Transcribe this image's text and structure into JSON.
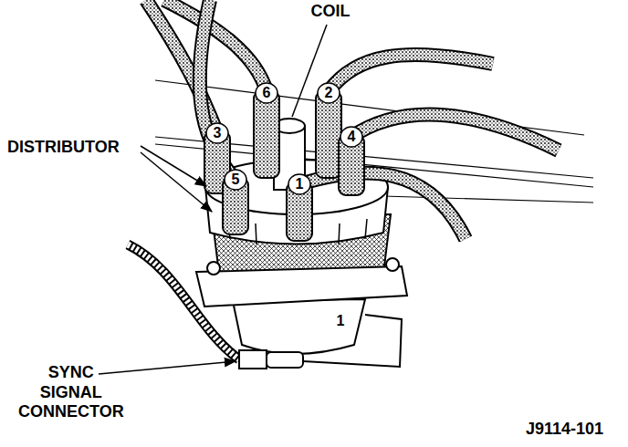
{
  "diagram": {
    "labels": [
      "COIL",
      "DISTRIBUTOR",
      "6",
      "2",
      "3",
      "4",
      "5",
      "1",
      "1",
      "SYNC SIGNAL CONNECTOR",
      "J9114-101"
    ]
  }
}
